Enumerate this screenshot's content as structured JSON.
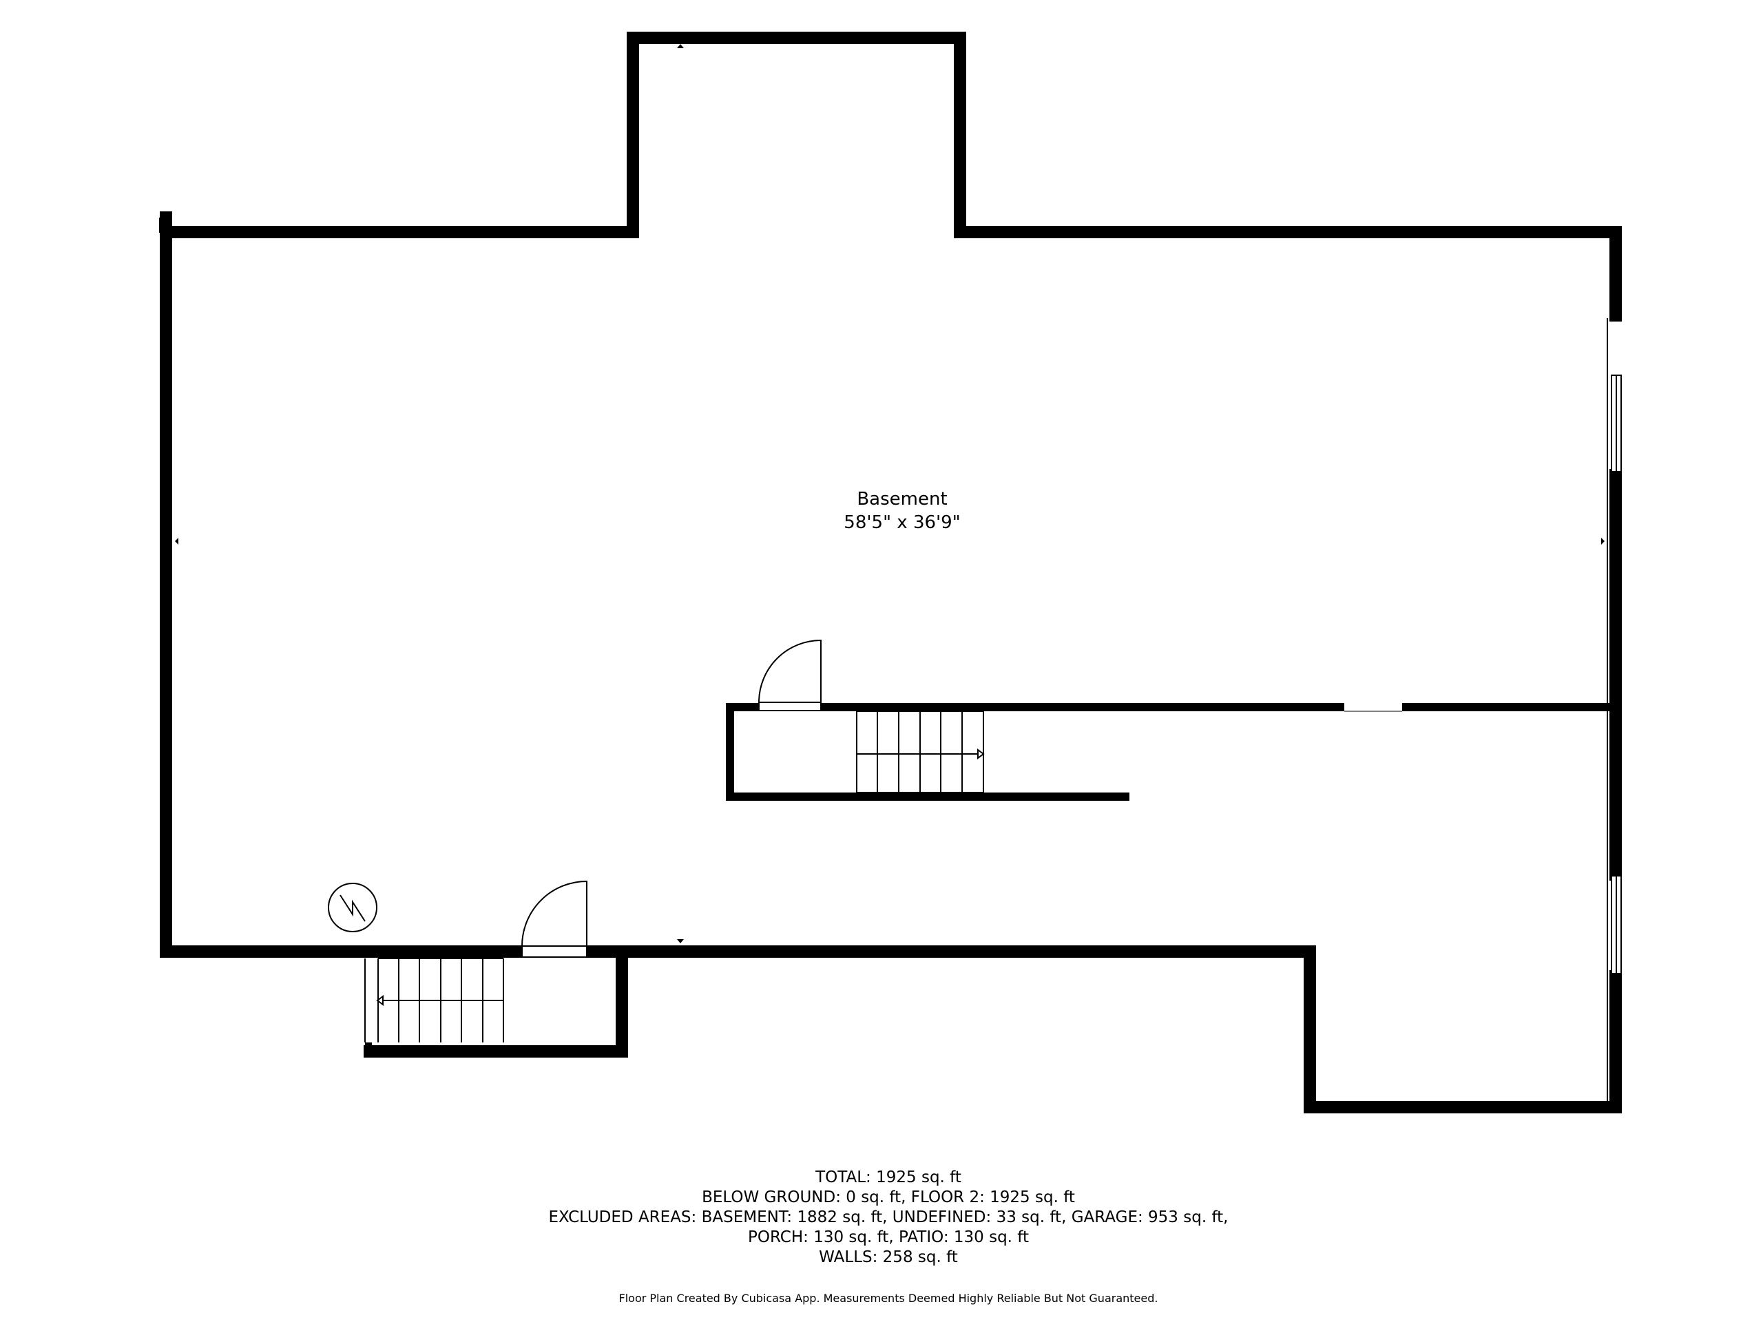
{
  "room": {
    "name": "Basement",
    "dimensions": "58'5\" x 36'9\""
  },
  "summary": {
    "total": "TOTAL: 1925 sq. ft",
    "line1": "BELOW GROUND: 0 sq. ft, FLOOR 2: 1925 sq. ft",
    "line2": "EXCLUDED AREAS: BASEMENT: 1882 sq. ft, UNDEFINED: 33 sq. ft, GARAGE: 953 sq. ft,",
    "line3": "PORCH: 130 sq. ft, PATIO: 130 sq. ft",
    "line4": "WALLS: 258 sq. ft"
  },
  "footer": "Floor Plan Created By Cubicasa App. Measurements Deemed Highly Reliable But Not Guaranteed.",
  "colors": {
    "wall": "#000000",
    "background": "#ffffff",
    "fixture_line": "#000000"
  },
  "icons": [
    "electrical-panel-icon",
    "door-swing-icon",
    "stairs-arrow-icon"
  ]
}
